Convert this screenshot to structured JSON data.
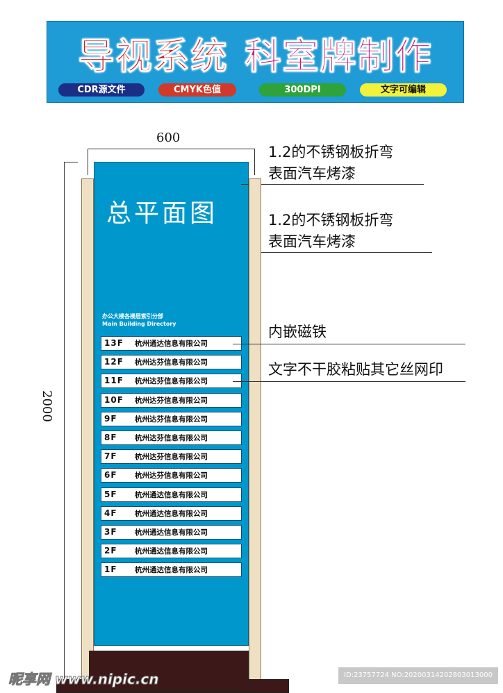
{
  "banner": {
    "title_left": "导视系统",
    "title_right": "科室牌制作",
    "pills": [
      {
        "label": "CDR源文件",
        "bg": "#1a2e86",
        "fg": "#fff"
      },
      {
        "label": "CMYK色值",
        "bg": "#d13a2a",
        "fg": "#fff"
      },
      {
        "label": "300DPI",
        "bg": "#2fa33a",
        "fg": "#fff"
      },
      {
        "label": "文字可编辑",
        "bg": "#f2f23a",
        "fg": "#111"
      }
    ]
  },
  "dimensions": {
    "width": "600",
    "height": "2000"
  },
  "sign": {
    "title": "总平面图",
    "directory_cn": "办公大楼各楼层索引分部",
    "directory_en": "Main Building Directory",
    "rows": [
      {
        "floor": "13F",
        "company": "杭州通达信息有限公司"
      },
      {
        "floor": "12F",
        "company": "杭州达芬信息有限公司"
      },
      {
        "floor": "11F",
        "company": "杭州达芬信息有限公司"
      },
      {
        "floor": "10F",
        "company": "杭州达芬信息有限公司"
      },
      {
        "floor": "9F",
        "company": "杭州达芬信息有限公司"
      },
      {
        "floor": "8F",
        "company": "杭州达芬信息有限公司"
      },
      {
        "floor": "7F",
        "company": "杭州达芬信息有限公司"
      },
      {
        "floor": "6F",
        "company": "杭州达芬信息有限公司"
      },
      {
        "floor": "5F",
        "company": "杭州通达信息有限公司"
      },
      {
        "floor": "4F",
        "company": "杭州通达信息有限公司"
      },
      {
        "floor": "3F",
        "company": "杭州通达信息有限公司"
      },
      {
        "floor": "2F",
        "company": "杭州通达信息有限公司"
      },
      {
        "floor": "1F",
        "company": "杭州通达信息有限公司"
      }
    ]
  },
  "notes": [
    {
      "line1": "1.2的不锈钢板折弯",
      "line2": "表面汽车烤漆"
    },
    {
      "line1": "1.2的不锈钢板折弯",
      "line2": "表面汽车烤漆"
    },
    {
      "line1": "内嵌磁铁"
    },
    {
      "line1": "文字不干胶粘贴其它丝网印"
    }
  ],
  "watermark": {
    "site": "昵享网 www.nipic.cn",
    "id": "ID:23757724 NO:20200314202803013000"
  }
}
